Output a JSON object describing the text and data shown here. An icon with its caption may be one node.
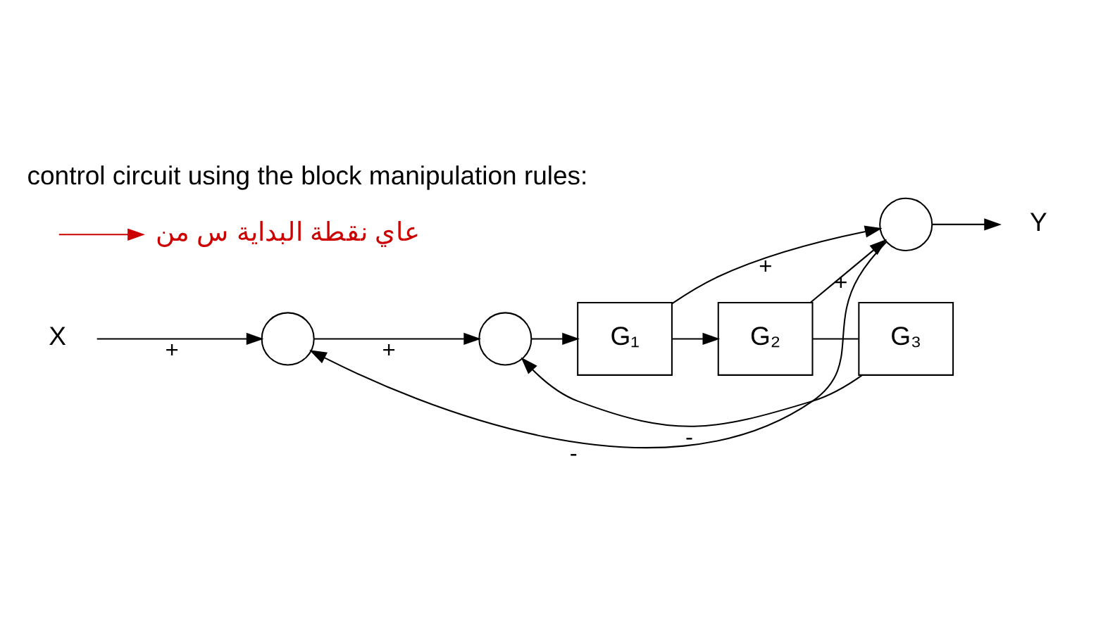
{
  "diagram": {
    "title": "control circuit using the block manipulation rules:",
    "nodes": [
      {
        "text": [
          "X"
        ]
      },
      {
        "text": [],
        "shape": "circle"
      },
      {
        "text": [],
        "shape": "circle"
      },
      {
        "text": [
          "G₁"
        ]
      },
      {
        "text": [
          "G₂"
        ]
      },
      {
        "text": [],
        "shape": "circle"
      },
      {
        "text": [
          "Y"
        ]
      },
      {
        "text": [
          "G₃"
        ]
      },
      {
        "text": [
          "عاي نقطة البداية س من"
        ]
      }
    ],
    "edges": [
      {
        "from": 0,
        "to": 1,
        "arrow": "to",
        "label": "+"
      },
      {
        "from": 1,
        "to": 2,
        "arrow": "to",
        "label": "+"
      },
      {
        "from": 2,
        "to": 3,
        "arrow": "to"
      },
      {
        "from": 3,
        "to": 4,
        "arrow": "to"
      },
      {
        "from": 3,
        "to": 5,
        "arrow": "to",
        "label": "+"
      },
      {
        "from": 4,
        "to": 5,
        "arrow": "to",
        "label": "+"
      },
      {
        "from": 4,
        "to": 7,
        "arrow": "none"
      },
      {
        "from": 7,
        "to": 2,
        "arrow": "to",
        "label": "-"
      },
      {
        "from": 5,
        "to": 6,
        "arrow": "to"
      },
      {
        "from": 5,
        "to": 1,
        "arrow": "to",
        "label": "-"
      },
      {
        "from": null,
        "to": 8,
        "arrow": "to",
        "color": "#cc0000"
      }
    ]
  }
}
